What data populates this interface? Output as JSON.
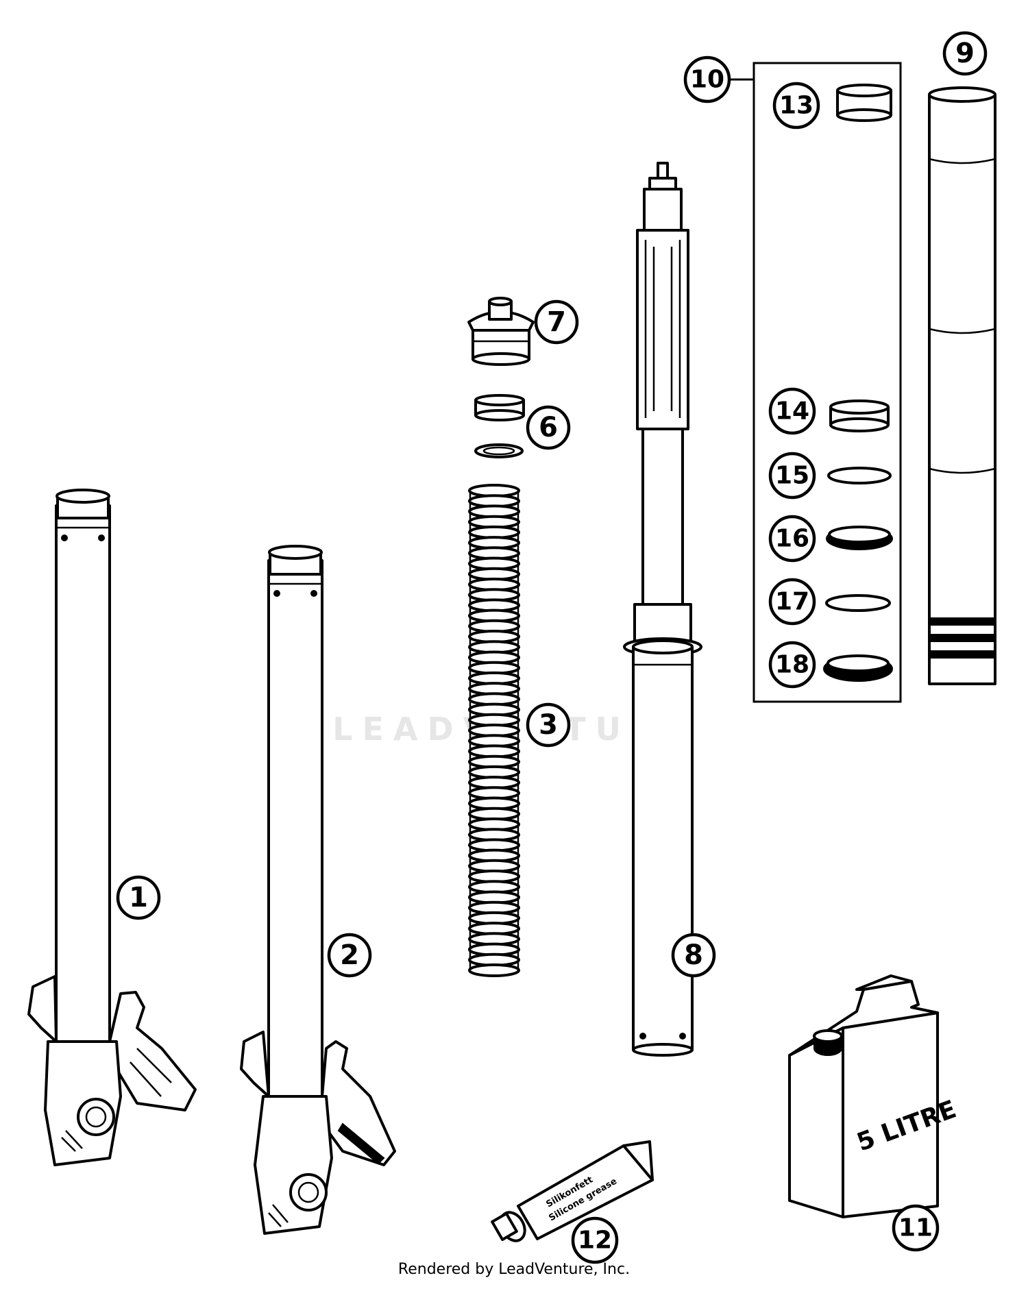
{
  "watermark": "LEADVENTURE",
  "footer": "Rendered by LeadVenture, Inc.",
  "callouts": [
    "1",
    "2",
    "3",
    "6",
    "7",
    "8",
    "9",
    "10",
    "11",
    "12",
    "13",
    "14",
    "15",
    "16",
    "17",
    "18"
  ],
  "labels": {
    "oil_can": "5 LITRE",
    "grease_tube_line1": "Silikonfett",
    "grease_tube_line2": "Silicone grease"
  },
  "colors": {
    "line": "#000000",
    "background": "#ffffff",
    "watermark": "#e6e6e6"
  }
}
